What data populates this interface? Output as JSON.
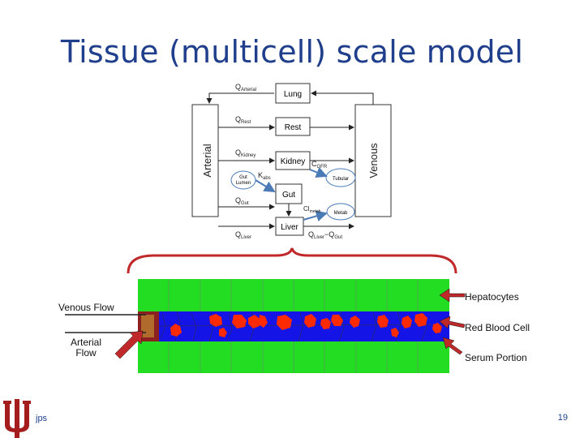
{
  "slide": {
    "title": "Tissue (multicell) scale model",
    "footer_left": "jps",
    "page_number": "19"
  },
  "diagram": {
    "arterial": "Arterial",
    "venous": "Venous",
    "organs": [
      "Lung",
      "Rest",
      "Kidney",
      "Gut",
      "Liver"
    ],
    "flows": {
      "q_arterial_q": "Q",
      "q_arterial_sub": "Arterial",
      "q_rest_q": "Q",
      "q_rest_sub": "Rest",
      "q_kidney_q": "Q",
      "q_kidney_sub": "Kidney",
      "q_gut_q": "Q",
      "q_gut_sub": "Gut",
      "q_liver_q": "Q",
      "q_liver_sub": "Liver",
      "liver_out_q1": "Q",
      "liver_out_sub1": "Liver",
      "liver_out_dash": "−",
      "liver_out_q2": "Q",
      "liver_out_sub2": "Gut"
    },
    "gut_lumen": [
      "Gut",
      "Lumen"
    ],
    "k_abs_k": "K",
    "k_abs_sub": "abs",
    "cgfr_c": "C",
    "cgfr_sub": "GFR",
    "tubular": "Tubular",
    "cl_c": "Cl",
    "cl_sub": "metab",
    "metab": "Metab"
  },
  "tissue": {
    "labels": {
      "hepatocytes": "Hepatocytes",
      "rbc": "Red Blood Cell",
      "serum": "Serum Portion",
      "venous_flow": "Venous Flow",
      "arterial_flow": "Arterial Flow"
    },
    "colors": {
      "hepatocyte": "#22dd22",
      "serum": "#1414e6",
      "rbc": "#ff2a00",
      "arrow": "#c0282a",
      "brace": "#c0282a"
    }
  }
}
